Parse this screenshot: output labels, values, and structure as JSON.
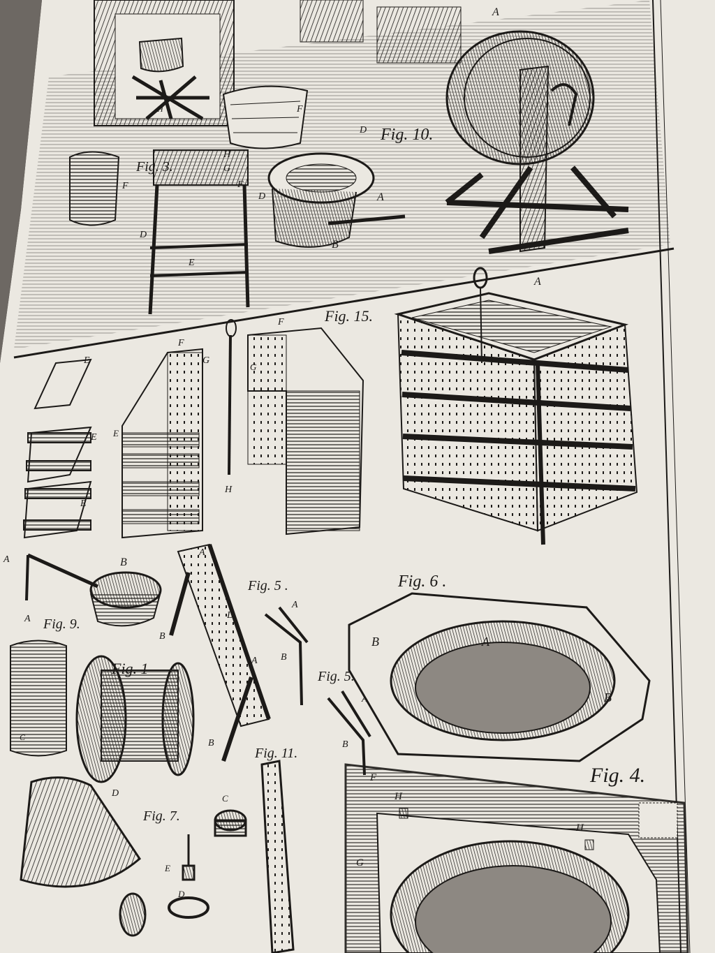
{
  "plate": {
    "paper_color": "#ebe8e1",
    "ink_color": "#1c1a18",
    "upper_scene": {
      "fig_labels": {
        "fig10": "Fig. 10.",
        "fig3": "Fig. 3."
      },
      "letters": {
        "A": "A",
        "B": "B",
        "D": "D",
        "E": "E",
        "F": "F",
        "G": "G",
        "H": "H"
      }
    },
    "lower_figures": {
      "fig15": "Fig. 15.",
      "fig6": "Fig. 6 .",
      "fig5a": "Fig. 5 .",
      "fig5b": "Fig. 5.",
      "fig9": "Fig. 9.",
      "fig1": "Fig. 1",
      "fig11": "Fig. 11.",
      "fig7": "Fig. 7.",
      "fig4": "Fig. 4."
    }
  }
}
